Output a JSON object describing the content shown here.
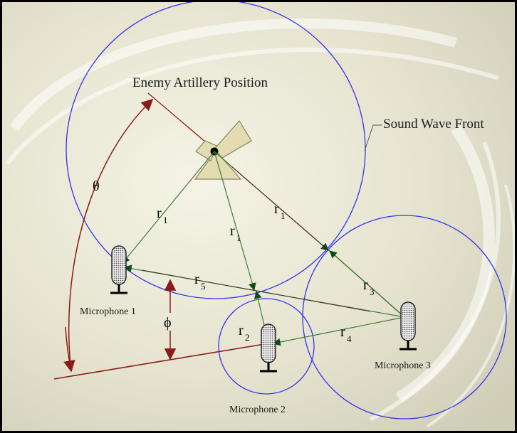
{
  "labels": {
    "enemy_position": "Enemy Artillery Position",
    "sound_wave_front": "Sound Wave Front",
    "microphone_1": "Microphone 1",
    "microphone_2": "Microphone 2",
    "microphone_3": "Microphone 3"
  },
  "symbols": {
    "theta": "θ",
    "phi": "ϕ",
    "r": "r",
    "sub_1": "1",
    "sub_2": "2",
    "sub_3": "3",
    "sub_4": "4",
    "sub_5": "5"
  },
  "colors": {
    "background": "#e9e7d3",
    "circle": "#3333ee",
    "green_ray": "#3d7a3d",
    "dark_red": "#8b1a1a",
    "artillery_fill": "#e3dcb0",
    "artillery_stroke": "#8a8460"
  }
}
